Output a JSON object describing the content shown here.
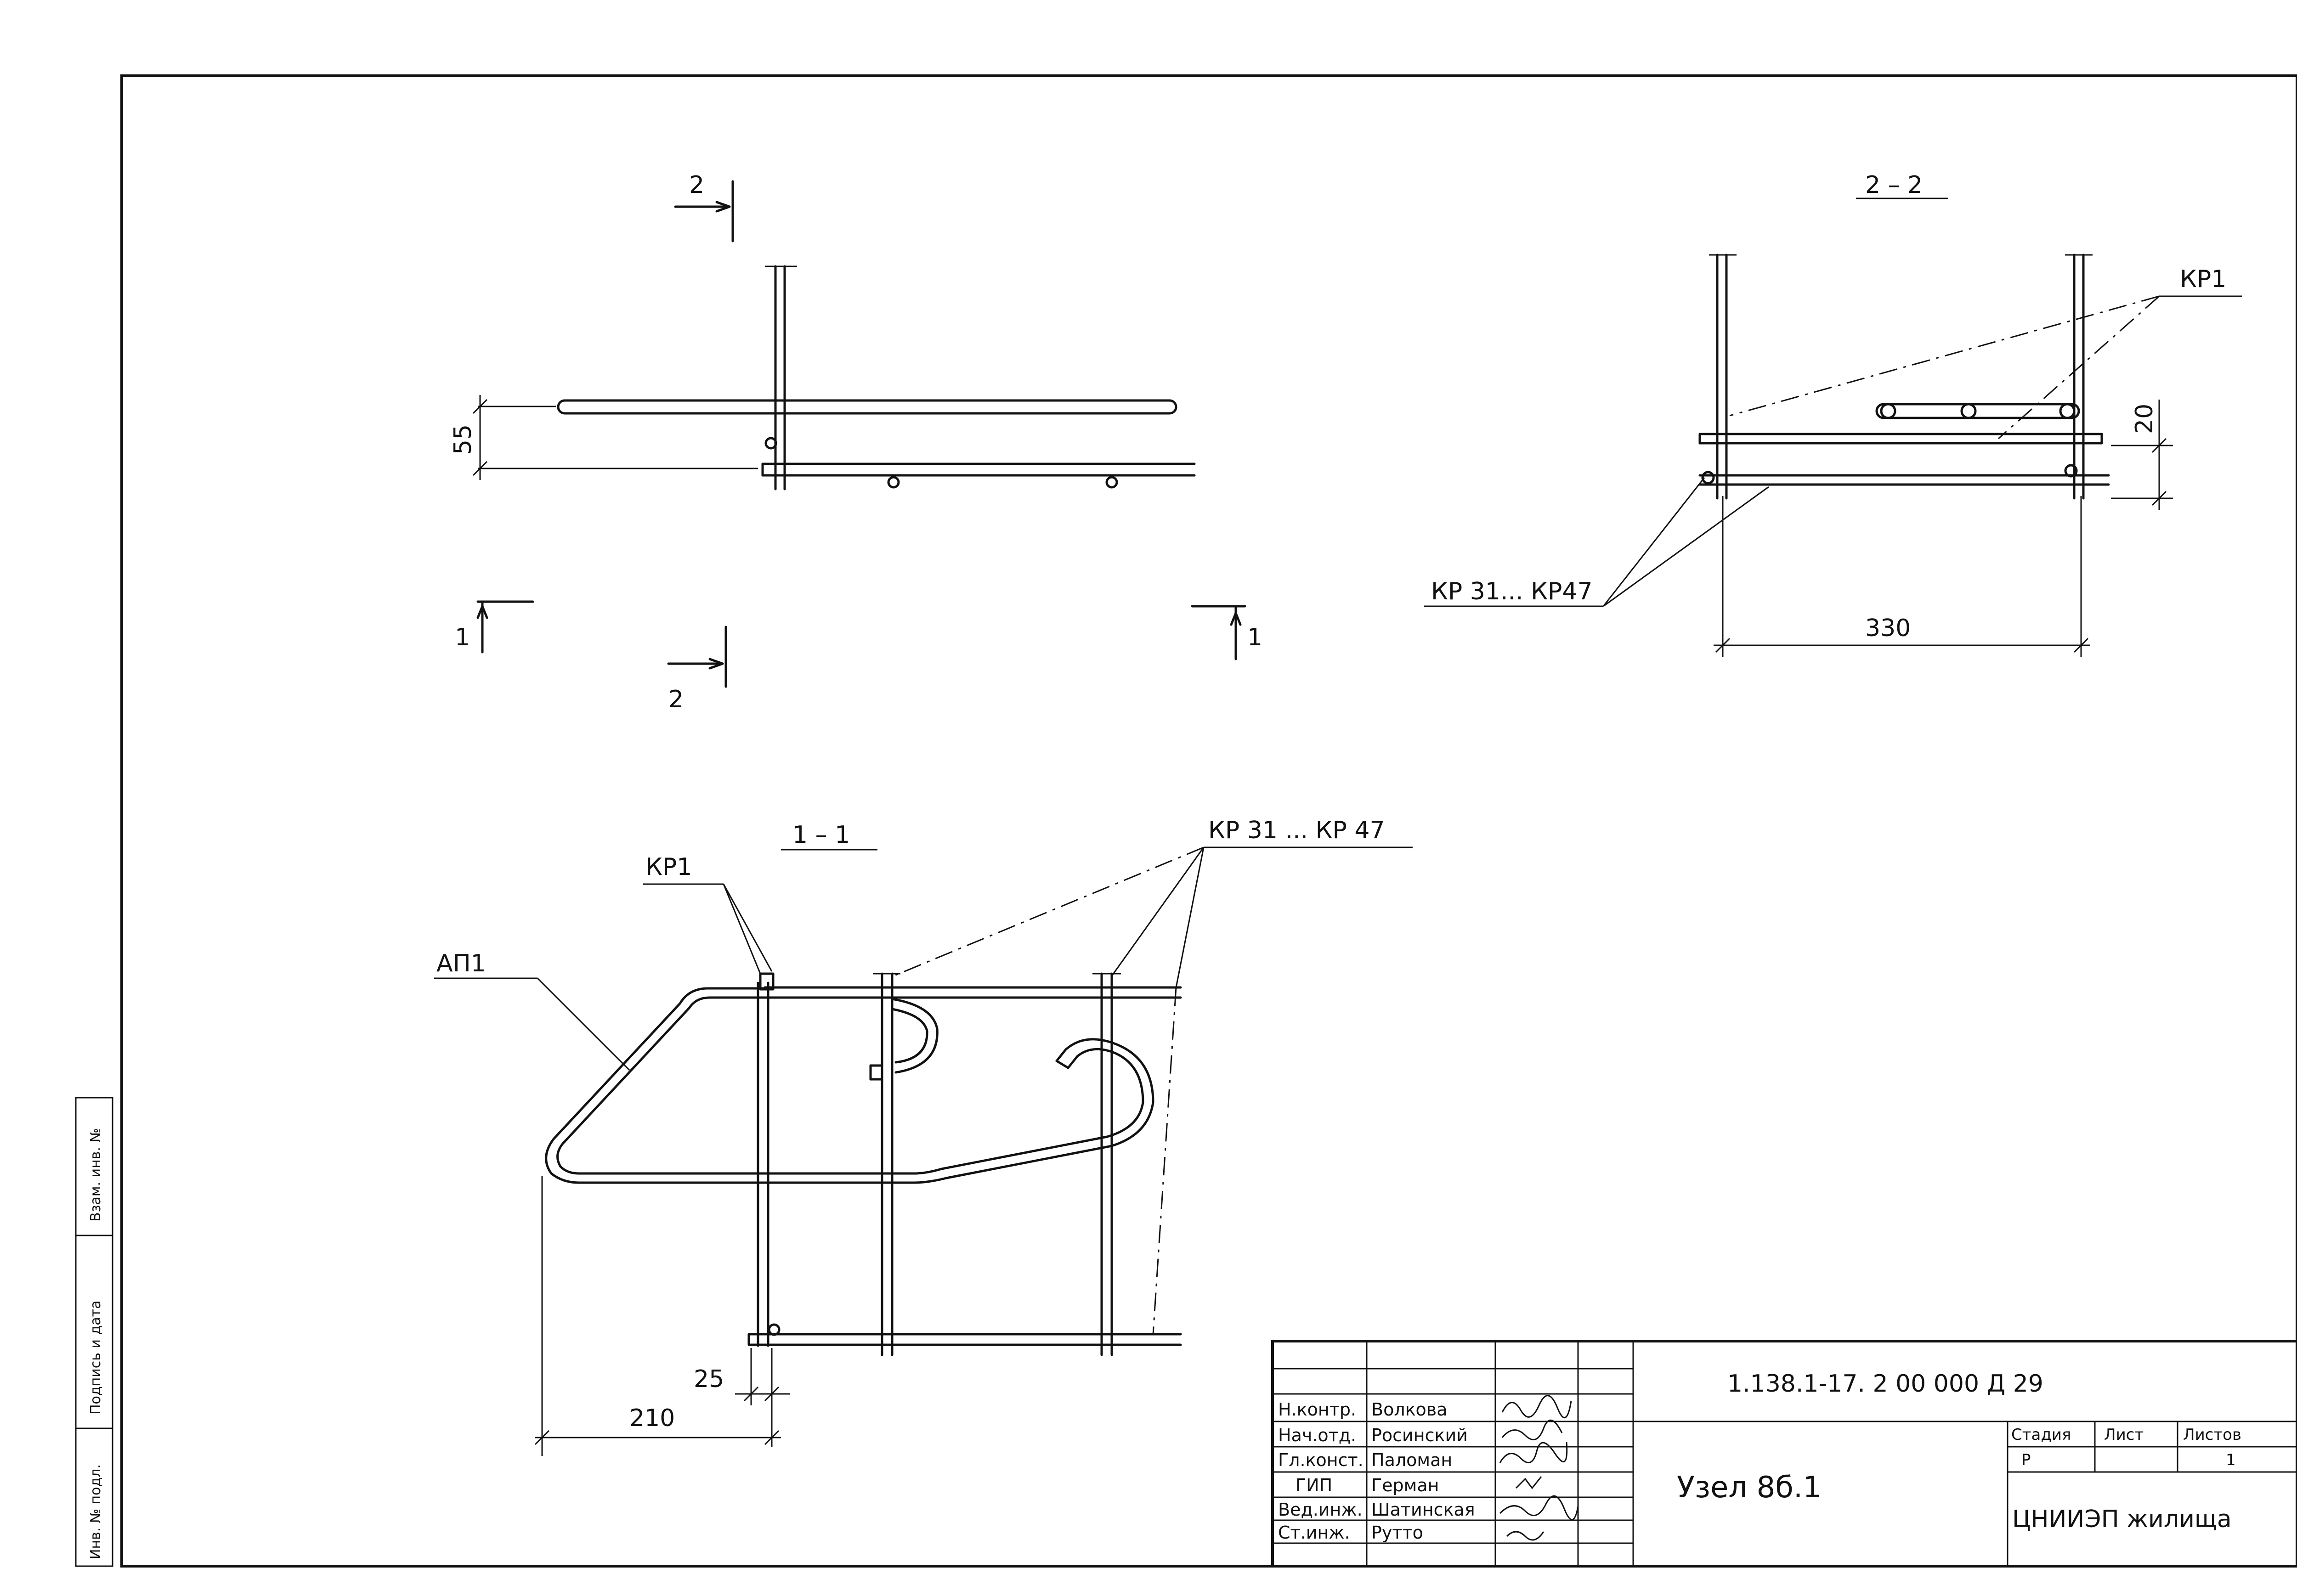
{
  "sections": {
    "cut_2_top": "2",
    "cut_2_bottom": "2",
    "cut_1_left": "1",
    "cut_1_right": "1",
    "section_2_2": "2 – 2",
    "section_1_1": "1 – 1"
  },
  "dimensions": {
    "dim_55": "55",
    "dim_20": "20",
    "dim_330": "330",
    "dim_25": "25",
    "dim_210": "210"
  },
  "labels": {
    "kr1_right": "КР1",
    "kr31_47_right": "КР 31... КР47",
    "kr1_left": "КР1",
    "ap1": "АП1",
    "kr31_47_left": "КР 31 ... КР 47"
  },
  "side_stamp": {
    "inv_podl": "Инв. № подл.",
    "podpis_data": "Подпись и дата",
    "vzam_inv": "Взам. инв. №"
  },
  "title_block": {
    "code": "1.138.1-17. 2 00 000 Д 29",
    "title": "Узел 8б.1",
    "org": "ЦНИИЭП жилища",
    "stage_header": "Стадия",
    "sheet_header": "Лист",
    "sheets_header": "Листов",
    "stage_value": "Р",
    "sheets_value": "1",
    "roles": [
      {
        "role": "Н.контр.",
        "name": "Волкова"
      },
      {
        "role": "Нач.отд.",
        "name": "Росинский"
      },
      {
        "role": "Гл.конст.",
        "name": "Паломан"
      },
      {
        "role": "ГИП",
        "name": "Герман"
      },
      {
        "role": "Вед.инж.",
        "name": "Шатинская"
      },
      {
        "role": "Ст.инж.",
        "name": "Рутто"
      }
    ]
  }
}
